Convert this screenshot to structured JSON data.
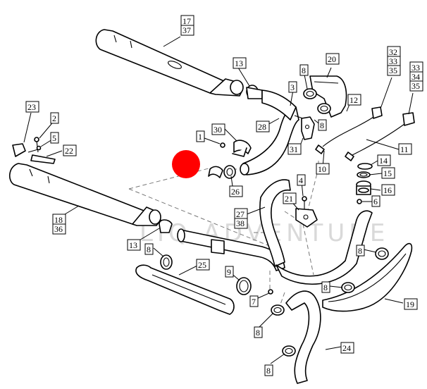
{
  "diagram": {
    "watermark_text": "LIQ ADVENTURE",
    "marker_color": "#ff0000",
    "callouts": [
      {
        "id": "c17-37",
        "lines": [
          "17",
          "37"
        ]
      },
      {
        "id": "c13a",
        "lines": [
          "13"
        ]
      },
      {
        "id": "c20",
        "lines": [
          "20"
        ]
      },
      {
        "id": "c8a",
        "lines": [
          "8"
        ]
      },
      {
        "id": "c3",
        "lines": [
          "3"
        ]
      },
      {
        "id": "c12",
        "lines": [
          "12"
        ]
      },
      {
        "id": "c32-35a",
        "lines": [
          "32",
          "33",
          "35"
        ]
      },
      {
        "id": "c33-35b",
        "lines": [
          "33",
          "34",
          "35"
        ]
      },
      {
        "id": "c23",
        "lines": [
          "23"
        ]
      },
      {
        "id": "c2",
        "lines": [
          "2"
        ]
      },
      {
        "id": "c5",
        "lines": [
          "5"
        ]
      },
      {
        "id": "c22",
        "lines": [
          "22"
        ]
      },
      {
        "id": "c1",
        "lines": [
          "1"
        ]
      },
      {
        "id": "c30",
        "lines": [
          "30"
        ]
      },
      {
        "id": "c28",
        "lines": [
          "28"
        ]
      },
      {
        "id": "c8b",
        "lines": [
          "8"
        ]
      },
      {
        "id": "c31",
        "lines": [
          "31"
        ]
      },
      {
        "id": "c11",
        "lines": [
          "11"
        ]
      },
      {
        "id": "c10",
        "lines": [
          "10"
        ]
      },
      {
        "id": "c14",
        "lines": [
          "14"
        ]
      },
      {
        "id": "c15",
        "lines": [
          "15"
        ]
      },
      {
        "id": "c16",
        "lines": [
          "16"
        ]
      },
      {
        "id": "c6",
        "lines": [
          "6"
        ]
      },
      {
        "id": "c26",
        "lines": [
          "26"
        ]
      },
      {
        "id": "c4",
        "lines": [
          "4"
        ]
      },
      {
        "id": "c21",
        "lines": [
          "21"
        ]
      },
      {
        "id": "c27-38",
        "lines": [
          "27",
          "38"
        ]
      },
      {
        "id": "c18-36",
        "lines": [
          "18",
          "36"
        ]
      },
      {
        "id": "c13b",
        "lines": [
          "13"
        ]
      },
      {
        "id": "c8c",
        "lines": [
          "8"
        ]
      },
      {
        "id": "c25",
        "lines": [
          "25"
        ]
      },
      {
        "id": "c9",
        "lines": [
          "9"
        ]
      },
      {
        "id": "c7",
        "lines": [
          "7"
        ]
      },
      {
        "id": "c8d",
        "lines": [
          "8"
        ]
      },
      {
        "id": "c8e",
        "lines": [
          "8"
        ]
      },
      {
        "id": "c8f",
        "lines": [
          "8"
        ]
      },
      {
        "id": "c19",
        "lines": [
          "19"
        ]
      },
      {
        "id": "c24",
        "lines": [
          "24"
        ]
      },
      {
        "id": "c8g",
        "lines": [
          "8"
        ]
      }
    ]
  }
}
